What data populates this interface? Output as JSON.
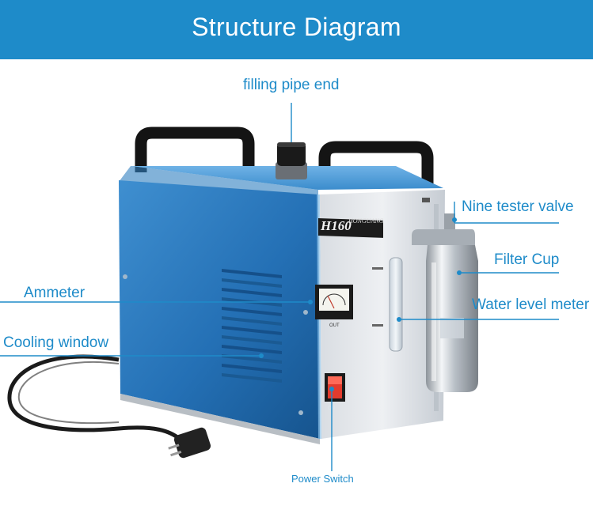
{
  "header": {
    "title": "Structure Diagram",
    "background_color": "#1e8bc9",
    "text_color": "#ffffff"
  },
  "machine": {
    "model_text": "H160",
    "brand_text": "HONGUANG"
  },
  "callouts": {
    "filling_pipe_end": "filling pipe end",
    "nine_tester_valve": "Nine tester valve",
    "filter_cup": "Filter Cup",
    "water_level_meter": "Water level meter",
    "ammeter": "Ammeter",
    "cooling_window": "Cooling window",
    "power_switch": "Power Switch"
  },
  "callout_color": "#1e8bc9"
}
